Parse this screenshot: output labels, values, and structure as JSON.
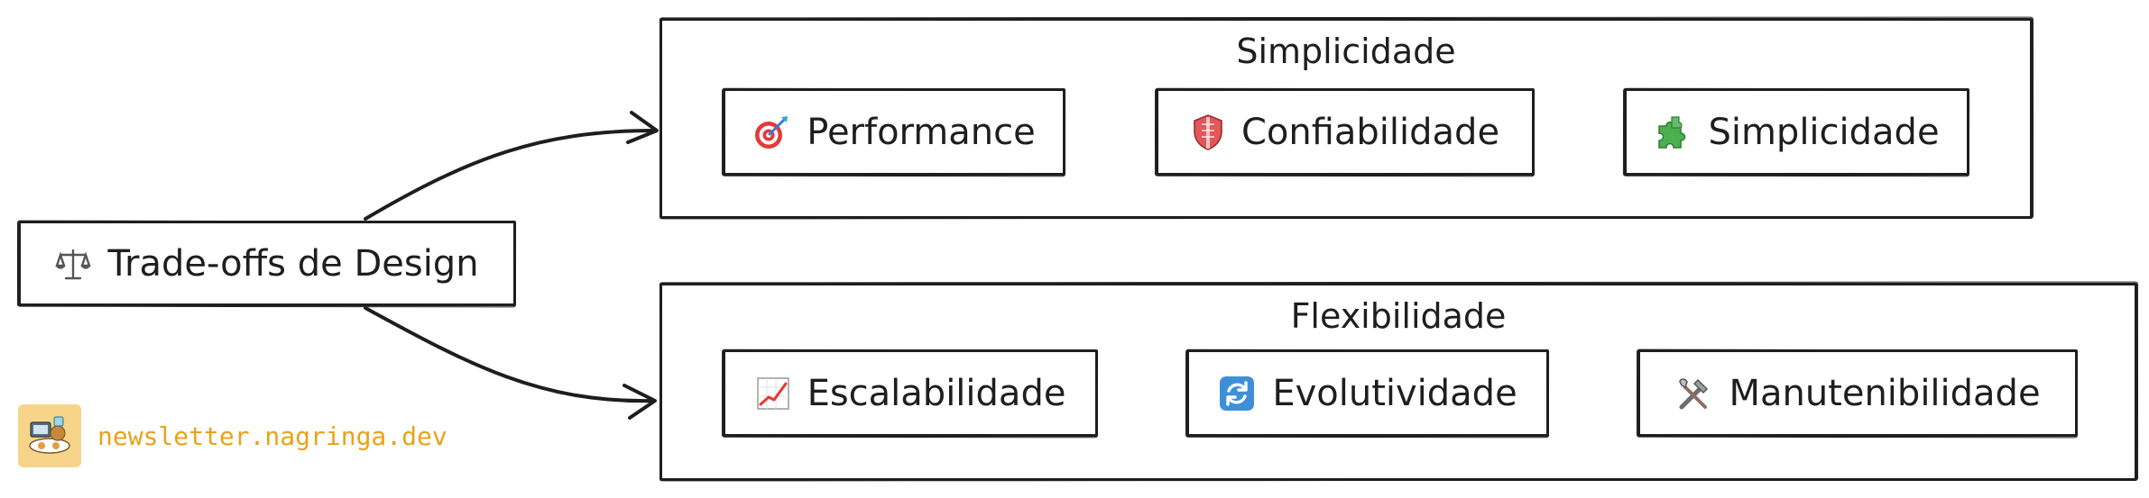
{
  "root": {
    "label": "Trade-offs de Design",
    "icon": "balance-scale-icon"
  },
  "groups": [
    {
      "title": "Simplicidade",
      "items": [
        {
          "label": "Performance",
          "icon": "target-icon"
        },
        {
          "label": "Confiabilidade",
          "icon": "shield-icon"
        },
        {
          "label": "Simplicidade",
          "icon": "puzzle-piece-icon"
        }
      ]
    },
    {
      "title": "Flexibilidade",
      "items": [
        {
          "label": "Escalabilidade",
          "icon": "chart-increasing-icon"
        },
        {
          "label": "Evolutividade",
          "icon": "refresh-icon"
        },
        {
          "label": "Manutenibilidade",
          "icon": "tools-icon"
        }
      ]
    }
  ],
  "footer": {
    "text": "newsletter.nagringa.dev",
    "logo": "newsletter-logo-icon"
  },
  "colors": {
    "stroke": "#1e1e1e",
    "brand": "#e8a317",
    "logo_bg": "#f6d58a"
  }
}
